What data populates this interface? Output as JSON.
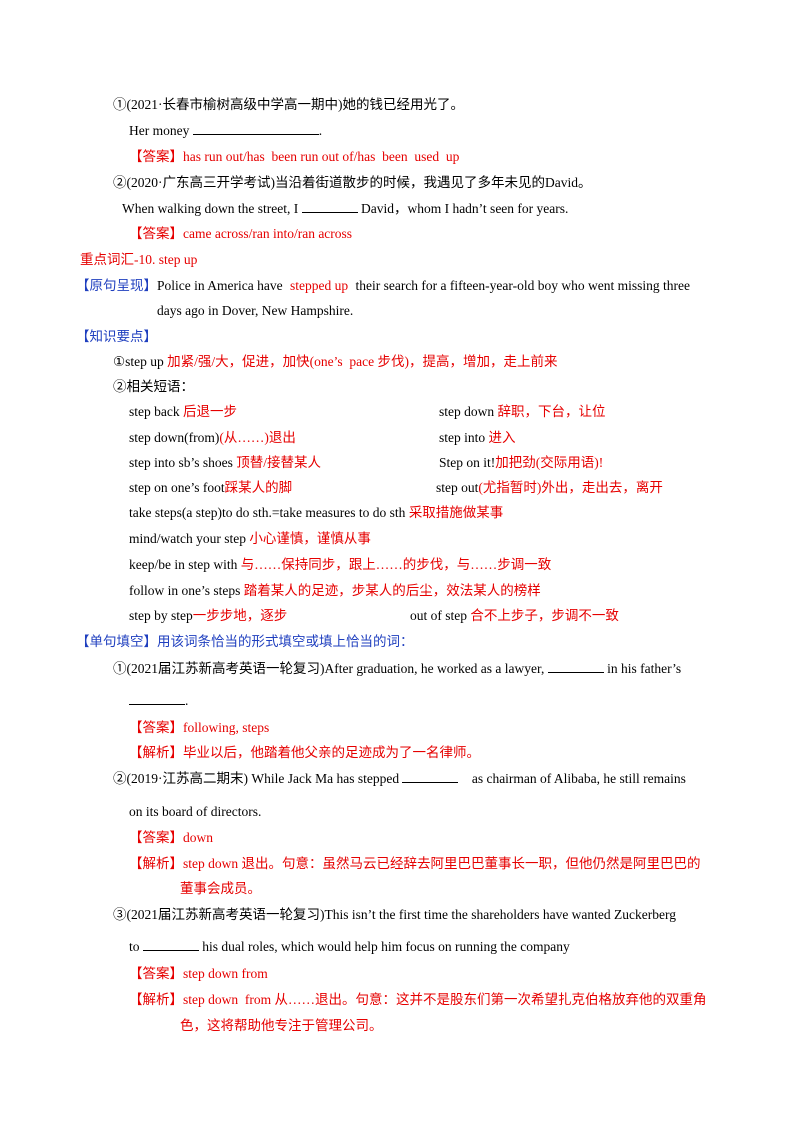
{
  "colors": {
    "answer": "#e60000",
    "heading": "#e60000",
    "tag": "#1f3fbf",
    "text": "#000000"
  },
  "q1": {
    "prompt": "①(2021·长春市榆树高级中学高一期中)她的钱已经用光了。",
    "line_a": "Her money",
    "line_b": ".",
    "ans_tag": "【答案】",
    "ans": "has run out/has  been run out of/has  been  used  up"
  },
  "q2": {
    "prompt": "②(2020·广东高三开学考试)当沿着街道散步的时候，我遇见了多年未见的David。",
    "line_a": "When walking down the street, I",
    "line_b": "David，whom I hadn’t seen for years.",
    "ans_tag": "【答案】",
    "ans": "came across/ran into/ran across"
  },
  "heading": "重点词汇-10.  step up",
  "original": {
    "tag": "【原句呈现】",
    "text_a": "Police in America have",
    "highlight": "stepped up",
    "text_b": "their search for a fifteen-year-old boy who went missing three",
    "text_c": "days ago in Dover, New Hampshire."
  },
  "knowledge": {
    "tag": "【知识要点】",
    "p1_en": "①step up",
    "p1_cn": "加紧/强/大，促进，加快(one’s  pace 步伐)，提高，增加，走上前来",
    "p2": "②相关短语：",
    "phrases": [
      {
        "en": "step back",
        "cn": "后退一步"
      },
      {
        "en": "step down",
        "cn": "辞职，下台，让位"
      },
      {
        "en": "step down(from)",
        "cn": "(从……)退出"
      },
      {
        "en": "step into",
        "cn": "进入"
      },
      {
        "en": "step into sb’s shoes",
        "cn": "顶替/接替某人"
      },
      {
        "en": "Step on it!",
        "cn": "加把劲(交际用语)!"
      },
      {
        "en": "step on one’s foot",
        "cn": "踩某人的脚"
      },
      {
        "en": "step out",
        "cn": "(尤指暂时)外出，走出去，离开"
      },
      {
        "en": "take steps(a step)to do sth.=take measures to do sth",
        "cn": "采取措施做某事"
      },
      {
        "en": "mind/watch your step",
        "cn": "小心谨慎，谨慎从事"
      },
      {
        "en": "keep/be in step with",
        "cn": "与……保持同步，跟上……的步伐，与……步调一致"
      },
      {
        "en": "follow in one’s steps",
        "cn": "踏着某人的足迹，步某人的后尘，效法某人的榜样"
      },
      {
        "en": "step by step",
        "cn": "一步步地，逐步"
      },
      {
        "en": "out of step",
        "cn": "合不上步子，步调不一致"
      }
    ]
  },
  "exercise": {
    "tag": "【单句填空】",
    "instruction": "用该词条恰当的形式填空或填上恰当的词：",
    "q1_a": "①(2021届江苏新高考英语一轮复习)After graduation, he worked as a lawyer,",
    "q1_b": "in his father’s",
    "q1_c": ".",
    "q1_ans_tag": "【答案】",
    "q1_ans": "following, steps",
    "q1_exp_tag": "【解析】",
    "q1_exp": "毕业以后，他踏着他父亲的足迹成为了一名律师。",
    "q2_a": "②(2019·江苏高二期末) While Jack Ma has stepped",
    "q2_b": "as chairman of Alibaba, he still remains",
    "q2_c": "on its board of directors.",
    "q2_ans_tag": "【答案】",
    "q2_ans": "down",
    "q2_exp_tag": "【解析】",
    "q2_exp_a": "step down 退出。句意：虽然马云已经辞去阿里巴巴董事长一职，但他仍然是阿里巴巴的",
    "q2_exp_b": "董事会成员。",
    "q3_a": "③(2021届江苏新高考英语一轮复习)This isn’t the first time the shareholders have wanted Zuckerberg",
    "q3_b": "to",
    "q3_c": "his dual roles, which would help him focus on running the company",
    "q3_ans_tag": "【答案】",
    "q3_ans": "step down from",
    "q3_exp_tag": "【解析】",
    "q3_exp_a": "step down  from 从……退出。句意：这并不是股东们第一次希望扎克伯格放弃他的双重角",
    "q3_exp_b": "色，这将帮助他专注于管理公司。"
  }
}
